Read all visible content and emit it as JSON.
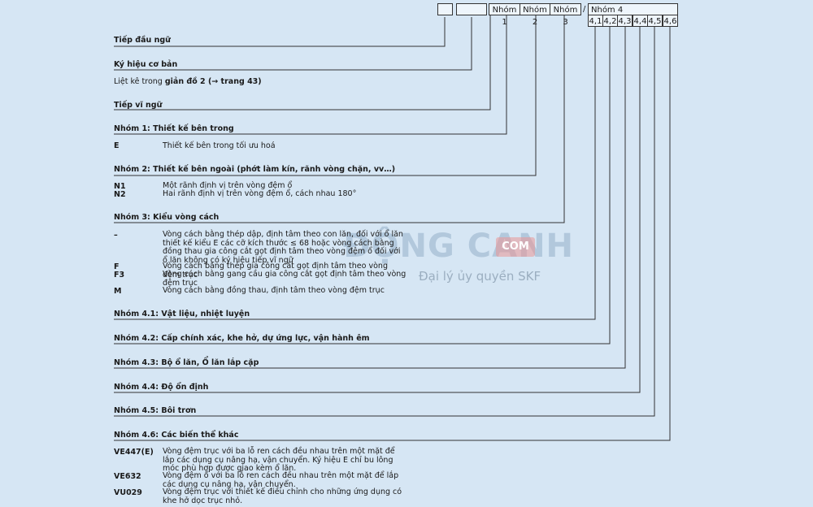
{
  "header": {
    "group1": "Nhóm 1",
    "group2": "Nhóm 2",
    "group3": "Nhóm 3",
    "slash": "/",
    "group4": "Nhóm 4",
    "sub": [
      "4,1",
      "4,2",
      "4,3",
      "4,4",
      "4,5",
      "4,6"
    ]
  },
  "prefix": "Tiếp đầu ngữ",
  "basic": {
    "title": "Ký hiệu cơ bản",
    "note_pre": "Liệt kê trong ",
    "note_bold": "giản đồ 2 (→ trang 43)"
  },
  "suffix": "Tiếp vĩ ngữ",
  "group1": {
    "title": "Nhóm 1: Thiết kế bên trong",
    "items": [
      {
        "code": "E",
        "text": "Thiết kế bên trong tối ưu hoá"
      }
    ]
  },
  "group2": {
    "title": "Nhóm 2: Thiết kế bên ngoài (phớt làm kín, rãnh vòng chặn, vv…)",
    "items": [
      {
        "code": "N1",
        "text": "Một rãnh định vị trên vòng đệm ổ"
      },
      {
        "code": "N2",
        "text": "Hai rãnh định vị trên vòng đệm ổ, cách nhau 180°"
      }
    ]
  },
  "group3": {
    "title": "Nhóm 3: Kiểu vòng cách",
    "items": [
      {
        "code": "–",
        "text": "Vòng cách bằng thép dập, định tâm theo con lăn, đối với ổ lăn thiết kế kiểu E các cỡ kích thước ≤ 68 hoặc vòng cách bằng đồng thau gia công cắt gọt định tâm theo vòng đệm ổ đối với ổ lăn không có ký hiệu tiếp vĩ ngữ"
      },
      {
        "code": "F",
        "text": "Vòng cách bằng thép gia công cắt gọt định tâm theo vòng đệm trục"
      },
      {
        "code": "F3",
        "text": "Vòng cách bằng gang cầu gia công cắt gọt định tâm theo vòng đệm trục"
      },
      {
        "code": "M",
        "text": "Vòng cách bằng đồng thau, định tâm theo vòng đệm trục"
      }
    ]
  },
  "group41": "Nhóm 4.1: Vật liệu, nhiệt luyện",
  "group42": "Nhóm 4.2: Cấp chính xác, khe hở, dự ứng lực, vận hành êm",
  "group43": "Nhóm 4.3: Bộ ổ lăn, Ổ lăn lắp cặp",
  "group44": "Nhóm 4.4: Độ ổn định",
  "group45": "Nhóm 4.5: Bôi trơn",
  "group46": {
    "title": "Nhóm 4.6: Các biến thể khác",
    "items": [
      {
        "code": "VE447(E)",
        "text": "Vòng đệm trục với ba lỗ ren cách đều nhau trên một mặt để lắp các dụng cụ nâng hạ, vận chuyển. Ký hiệu E chỉ bu lông móc phù hợp được giao kèm ổ lăn."
      },
      {
        "code": "VE632",
        "text": "Vòng đệm ổ với ba lỗ ren cách đều nhau trên một mặt để lắp các dụng cụ nâng hạ, vận chuyển."
      },
      {
        "code": "VU029",
        "text": "Vòng đệm trục với thiết kế điều chỉnh cho những ứng dụng có khe hở dọc trục nhỏ."
      }
    ]
  },
  "watermark": {
    "brand": "ĐỘNG CANH",
    "com": "COM",
    "tagline": "Đại lý ủy quyền SKF"
  }
}
